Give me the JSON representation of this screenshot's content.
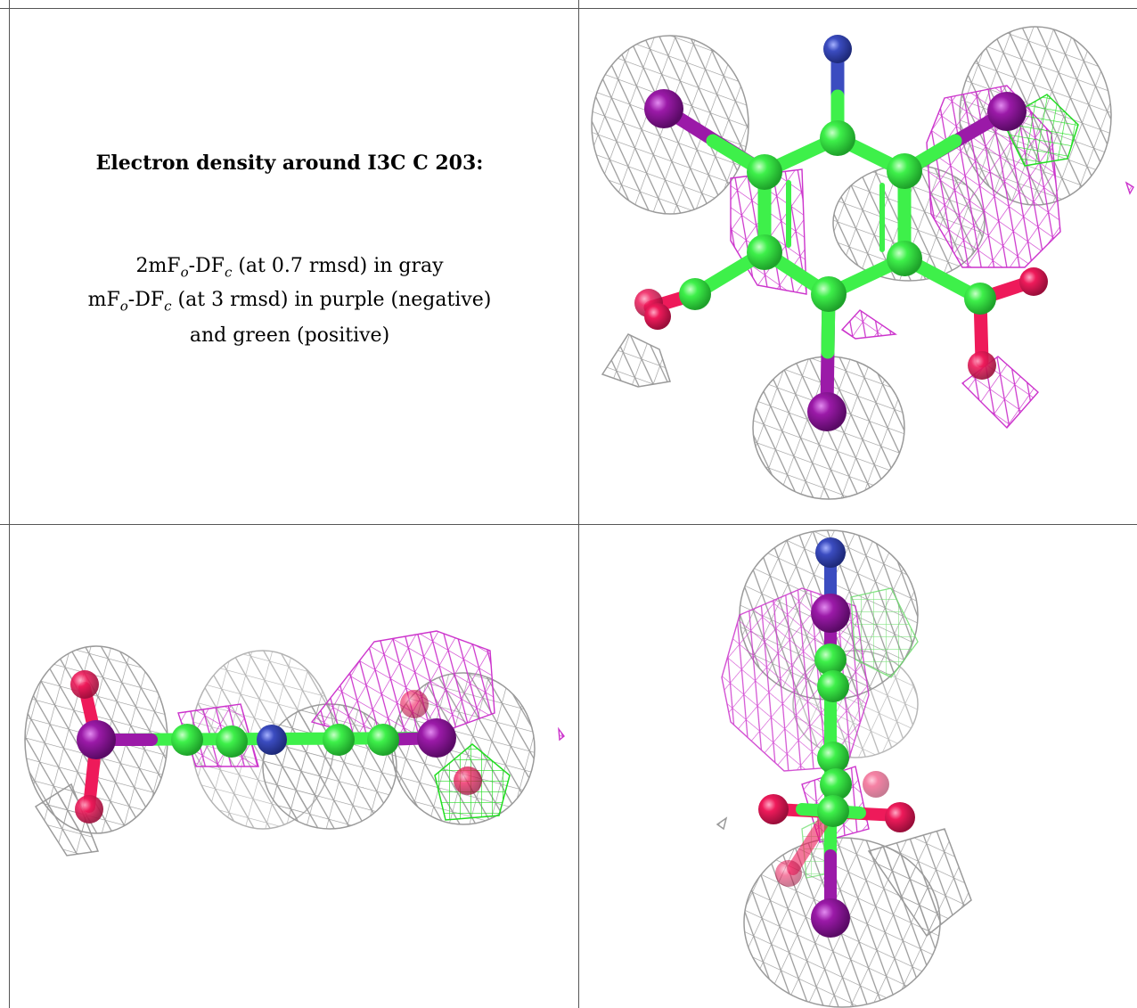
{
  "caption": {
    "title": "Electron density around I3C C 203:",
    "line1": {
      "prefix": "2mF",
      "sub1": "o",
      "middle": "-DF",
      "sub2": "c",
      "suffix": " (at 0.7 rmsd) in gray"
    },
    "line2": {
      "prefix": "mF",
      "sub1": "o",
      "middle": "-DF",
      "sub2": "c",
      "suffix": " (at 3 rmsd) in purple (negative)"
    },
    "line3": "and green (positive)"
  },
  "colors": {
    "map_2fofc": "#8c8c8c",
    "map_negative": "#cc33cc",
    "map_positive": "#22dd22",
    "carbon": "#3ef04a",
    "iodine": "#9b1aa8",
    "nitrogen": "#3b4cc0",
    "oxygen": "#ee1a5a"
  },
  "panels": [
    {
      "name": "top-right-view",
      "view": "face-on"
    },
    {
      "name": "bottom-left-view",
      "view": "edge-on horizontal"
    },
    {
      "name": "bottom-right-view",
      "view": "edge-on vertical"
    }
  ]
}
